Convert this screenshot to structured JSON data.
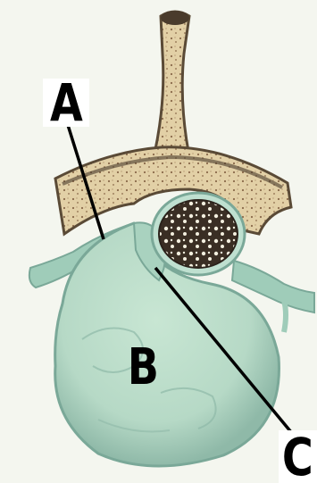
{
  "figure": {
    "labels": {
      "a": "A",
      "b": "B",
      "c": "C"
    },
    "colors": {
      "background": "#f4f6ef",
      "bone": "#e2d0a6",
      "bone_outline": "#5a4a36",
      "disc": "#b6d9c6",
      "nerve": "#9fccb9",
      "spinal_cord_dark": "#3a2e24",
      "pointer_line": "#000000"
    }
  }
}
